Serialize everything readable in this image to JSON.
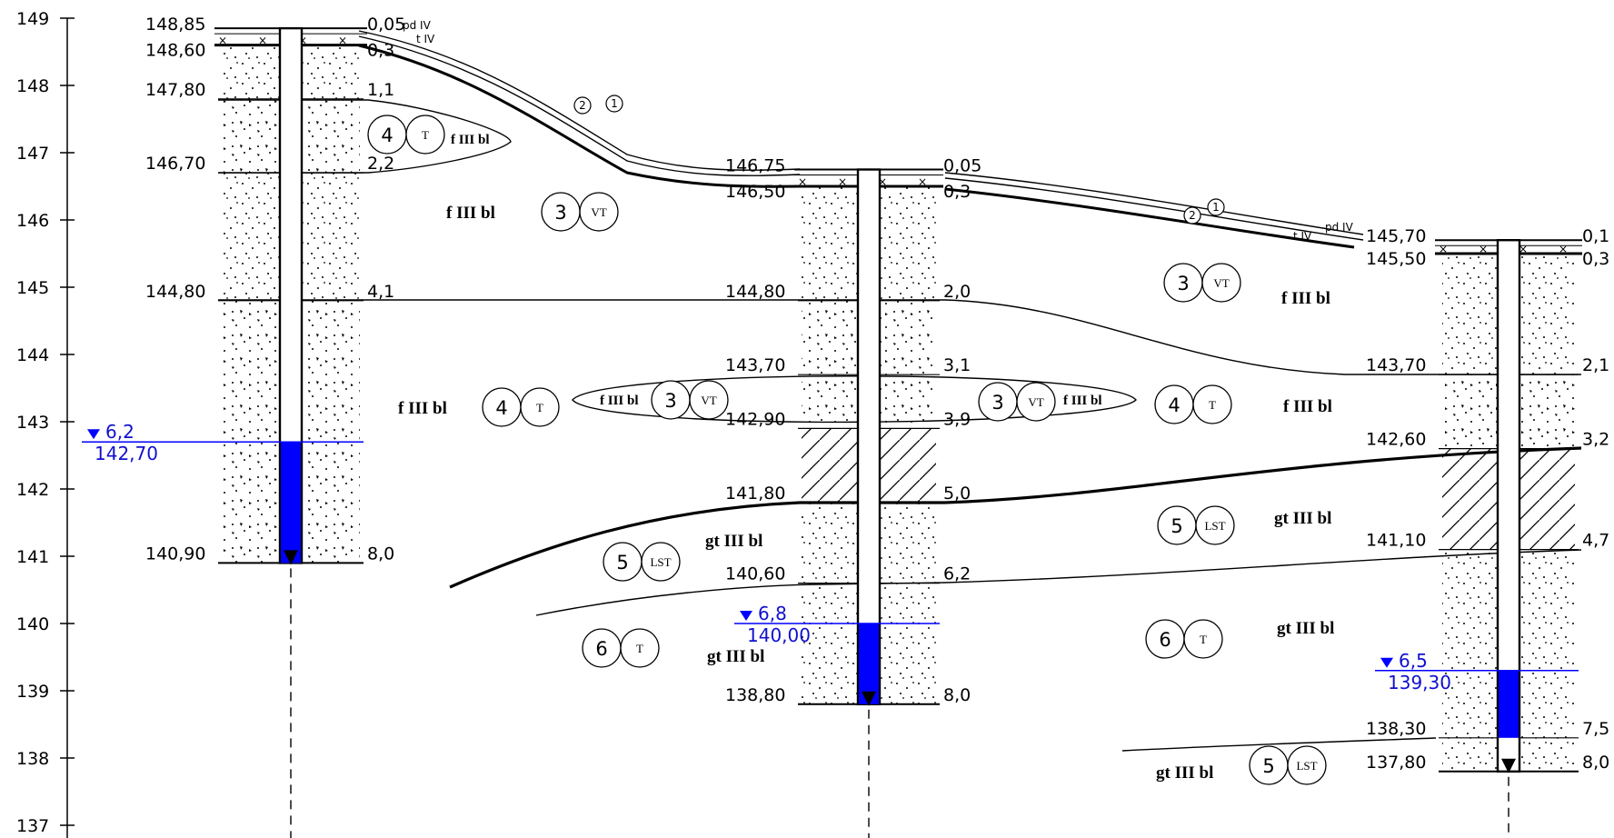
{
  "y_axis": {
    "ticks": [
      "149",
      "148",
      "147",
      "146",
      "145",
      "144",
      "143",
      "142",
      "141",
      "140",
      "139",
      "138",
      "137"
    ]
  },
  "surface_labels": [
    "pd IV",
    "t IV",
    "t IV",
    "pd IV"
  ],
  "unit_labels": {
    "fIIIbl_a": "f III bl",
    "fIIIbl_b": "f III bl",
    "fIIIbl_c": "f III bl",
    "fIIIbl_d": "f III bl",
    "fIIIbl_lens1": "f III bl",
    "fIIIbl_lens2": "f III bl",
    "fIIIbl_lens3": "f III bl",
    "gtIIIbl_a": "gt III bl",
    "gtIIIbl_b": "gt III bl",
    "gtIIIbl_c": "gt III bl",
    "gtIIIbl_d": "gt III bl",
    "gtIIIbl_e": "gt III bl"
  },
  "layer_markers": [
    {
      "num": "4",
      "code": "T"
    },
    {
      "num": "3",
      "code": "VT"
    },
    {
      "num": "4",
      "code": "T"
    },
    {
      "num": "3",
      "code": "VT"
    },
    {
      "num": "3",
      "code": "VT"
    },
    {
      "num": "5",
      "code": "LST"
    },
    {
      "num": "6",
      "code": "T"
    },
    {
      "num": "3",
      "code": "VT"
    },
    {
      "num": "4",
      "code": "T"
    },
    {
      "num": "5",
      "code": "LST"
    },
    {
      "num": "6",
      "code": "T"
    },
    {
      "num": "5",
      "code": "LST"
    }
  ],
  "small_markers": [
    "2",
    "1",
    "2",
    "1"
  ],
  "boreholes": [
    {
      "elevations": [
        "148,85",
        "148,60",
        "147,80",
        "146,70",
        "144,80",
        "140,90"
      ],
      "depths": [
        "0,05",
        "0,3",
        "1,1",
        "2,2",
        "4,1",
        "8,0"
      ],
      "water_depth": "6,2",
      "water_elev": "142,70"
    },
    {
      "elevations": [
        "146,75",
        "146,50",
        "144,80",
        "143,70",
        "142,90",
        "141,80",
        "140,60",
        "138,80"
      ],
      "depths": [
        "0,05",
        "0,3",
        "2,0",
        "3,1",
        "3,9",
        "5,0",
        "6,2",
        "8,0"
      ],
      "water_depth": "6,8",
      "water_elev": "140,00"
    },
    {
      "elevations": [
        "145,70",
        "145,50",
        "143,70",
        "142,60",
        "141,10",
        "138,30",
        "137,80"
      ],
      "depths": [
        "0,1",
        "0,3",
        "2,1",
        "3,2",
        "4,7",
        "7,5",
        "8,0"
      ],
      "water_depth": "6,5",
      "water_elev": "139,30"
    }
  ],
  "colors": {
    "water": "#0000ff",
    "water_text": "#1010d0",
    "lines": "#000000"
  }
}
